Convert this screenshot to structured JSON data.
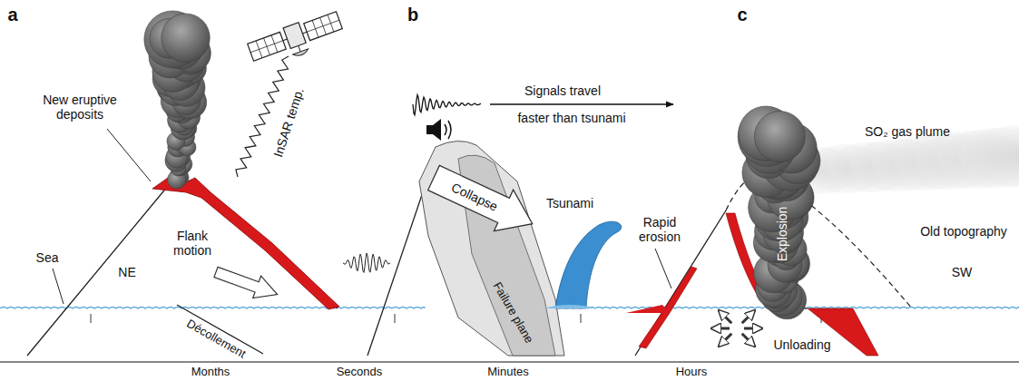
{
  "diagram": {
    "labels": [
      "a",
      "b",
      "c",
      "New eruptive deposits",
      "InSAR temp.",
      "NE",
      "Flank motion",
      "Sea",
      "Décollement",
      "Signals travel",
      "faster than tsunami",
      "Collapse",
      "Failure plane",
      "Tsunami",
      "Rapid erosion",
      "Explosion",
      "SO₂ gas plume",
      "Old topography",
      "SW",
      "Unloading",
      "Months",
      "Seconds",
      "Minutes",
      "Hours"
    ]
  }
}
